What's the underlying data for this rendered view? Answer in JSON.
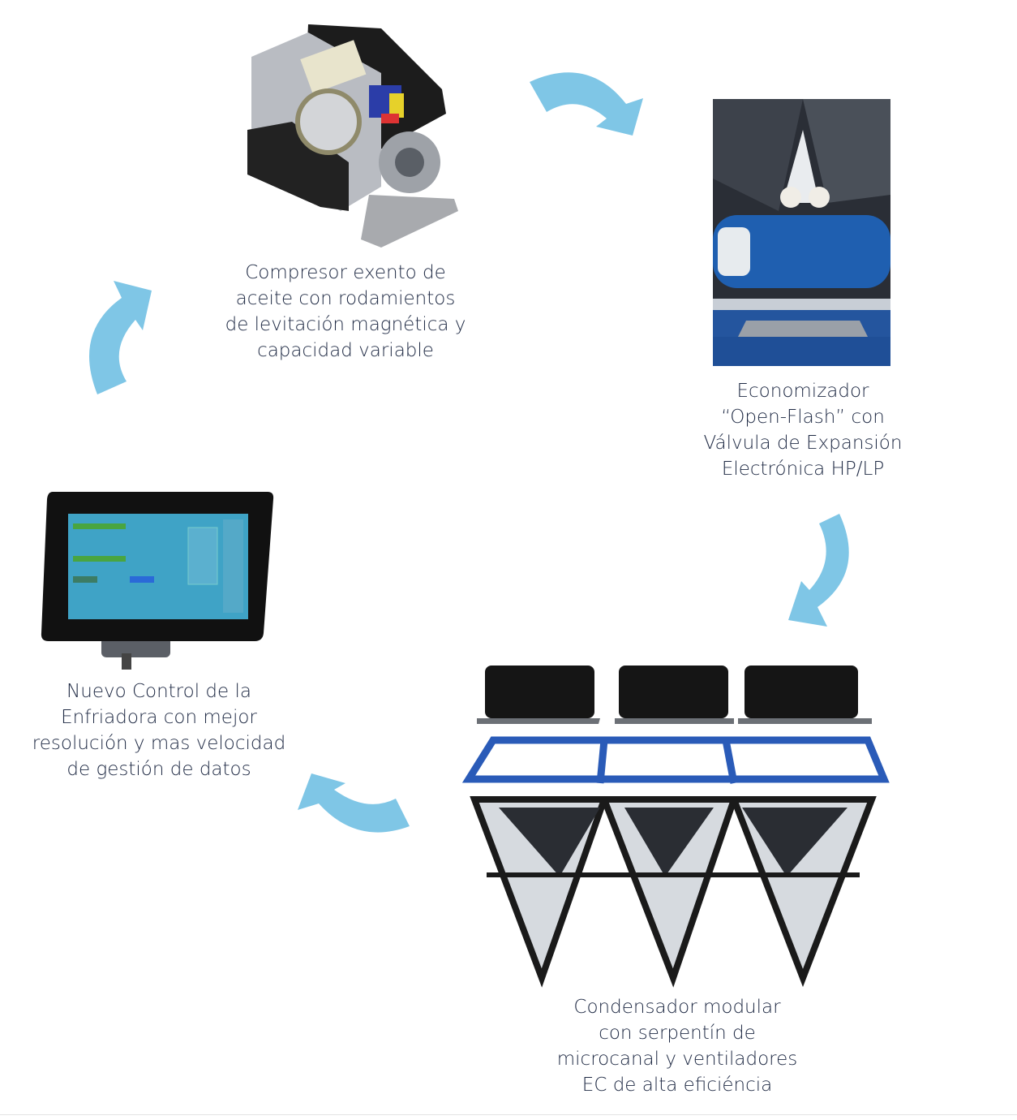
{
  "colors": {
    "arrow": "#7fc6e6",
    "text": "#1f2a44"
  },
  "steps": [
    {
      "id": "compressor",
      "image": "oil-free-compressor",
      "caption": [
        "Compresor exento de",
        "aceite con rodamientos",
        "de levitación magnética y",
        "capacidad variable"
      ]
    },
    {
      "id": "economizer",
      "image": "economizer-photo",
      "caption": [
        "Economizador",
        "“Open-Flash” con",
        "Válvula de Expansión",
        "Electrónica HP/LP"
      ]
    },
    {
      "id": "condenser",
      "image": "modular-condenser",
      "caption": [
        "Condensador modular",
        "con serpentín de",
        "microcanal y ventiladores",
        "EC de alta eficiéncia"
      ]
    },
    {
      "id": "control",
      "image": "touchscreen-controller",
      "caption": [
        "Nuevo Control de la",
        "Enfriadora con mejor",
        "resolución y mas velocidad",
        "de gestión de datos"
      ]
    }
  ]
}
